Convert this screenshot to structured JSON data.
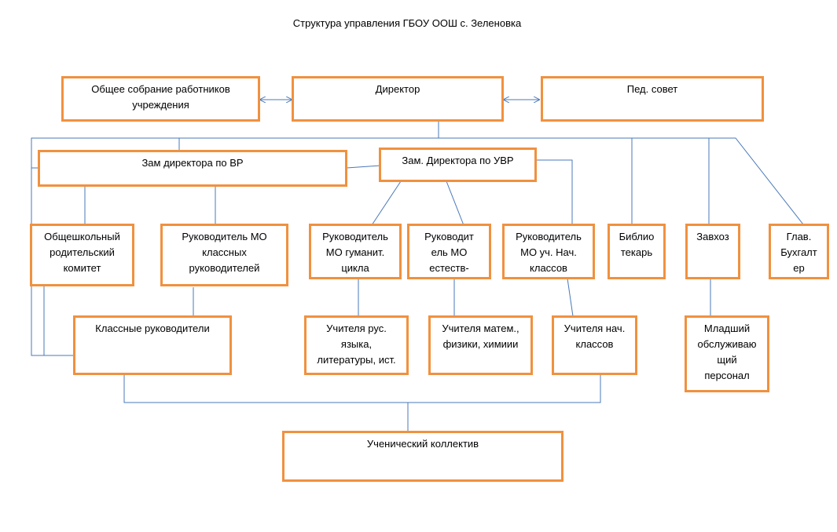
{
  "title": "Структура управления ГБОУ ООШ с. Зеленовка",
  "boxes": {
    "general_meeting": "Общее собрание работников\nучреждения",
    "director": "Директор",
    "ped_council": "Пед. совет",
    "deputy_vr": "Зам директора по ВР",
    "deputy_uvr": "Зам. Директора по УВР",
    "parent_committee": "Общешкольный\nродительский\nкомитет",
    "mo_class_heads": "Руководитель МО\nклассных\nруководителей",
    "mo_humanities": "Руководитель\nМО гуманит.\nцикла",
    "mo_science": "Руководит\nель МО\nестеств-",
    "mo_primary": "Руководитель\nМО уч. Нач.\nклассов",
    "librarian": "Библио\nтекарь",
    "supply_manager": "Завхоз",
    "chief_accountant": "Глав.\nБухгалт\nер",
    "class_teachers": "Классные руководители",
    "teachers_russian": "Учителя рус.\nязыка,\nлитературы, ист.",
    "teachers_math": "Учителя матем.,\nфизики, химиии",
    "teachers_primary": "Учителя нач.\nклассов",
    "junior_staff": "Младший\nобслуживаю\nщий\nперсонал",
    "student_body": "Ученический коллектив"
  },
  "colors": {
    "box_border": "#f0913f",
    "connector": "#4a78b8"
  }
}
